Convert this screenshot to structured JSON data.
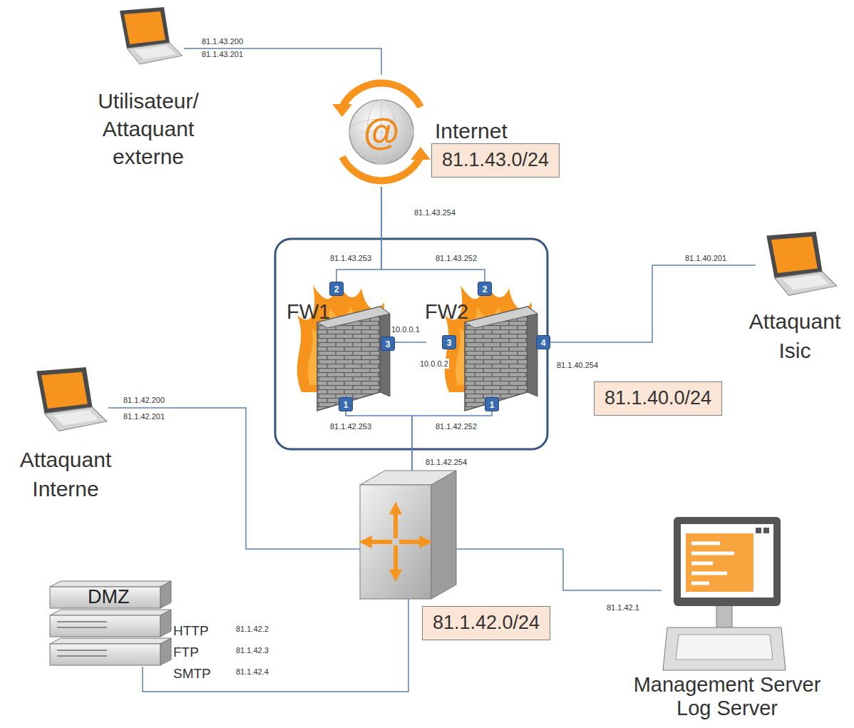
{
  "diagram": {
    "nodes": [
      {
        "text": [
          "Utilisateur/ Attaquant externe"
        ]
      },
      {
        "text": [
          "Internet",
          "81.1.43.0/24"
        ]
      },
      {
        "text": [
          "FW1"
        ]
      },
      {
        "text": [
          "FW2"
        ]
      },
      {
        "text": [
          "Attaquant Isic"
        ]
      },
      {
        "text": [
          "81.1.40.0/24"
        ]
      },
      {
        "text": [
          "Attaquant Interne"
        ]
      },
      {
        "text": [
          "81.1.42.0/24"
        ]
      },
      {
        "text": [
          "DMZ",
          "HTTP",
          "FTP",
          "SMTP"
        ]
      },
      {
        "text": [
          "Management Server Log Server"
        ]
      }
    ],
    "edges": [
      {
        "from": 0,
        "to": 1,
        "arrow": "none"
      },
      {
        "from": 1,
        "to": 2,
        "arrow": "none"
      },
      {
        "from": 1,
        "to": 3,
        "arrow": "none"
      },
      {
        "from": 2,
        "to": 3,
        "arrow": "none"
      },
      {
        "from": 3,
        "to": 4,
        "arrow": "none"
      },
      {
        "from": 2,
        "to": 7,
        "arrow": "none"
      },
      {
        "from": 3,
        "to": 7,
        "arrow": "none"
      },
      {
        "from": 6,
        "to": 7,
        "arrow": "none"
      },
      {
        "from": 8,
        "to": 7,
        "arrow": "none"
      },
      {
        "from": 7,
        "to": 9,
        "arrow": "none"
      }
    ],
    "labels": [
      "81.1.43.200",
      "81.1.43.201",
      "81.1.43.254",
      "81.1.43.253",
      "81.1.43.252",
      "10.0.0.1",
      "10.0.0.2",
      "81.1.40.201",
      "81.1.40.254",
      "81.1.42.200",
      "81.1.42.201",
      "81.1.42.253",
      "81.1.42.252",
      "81.1.42.254",
      "81.1.42.2",
      "81.1.42.3",
      "81.1.42.4",
      "81.1.42.1",
      "2",
      "2",
      "3",
      "3",
      "1",
      "1",
      "4",
      "@"
    ]
  }
}
